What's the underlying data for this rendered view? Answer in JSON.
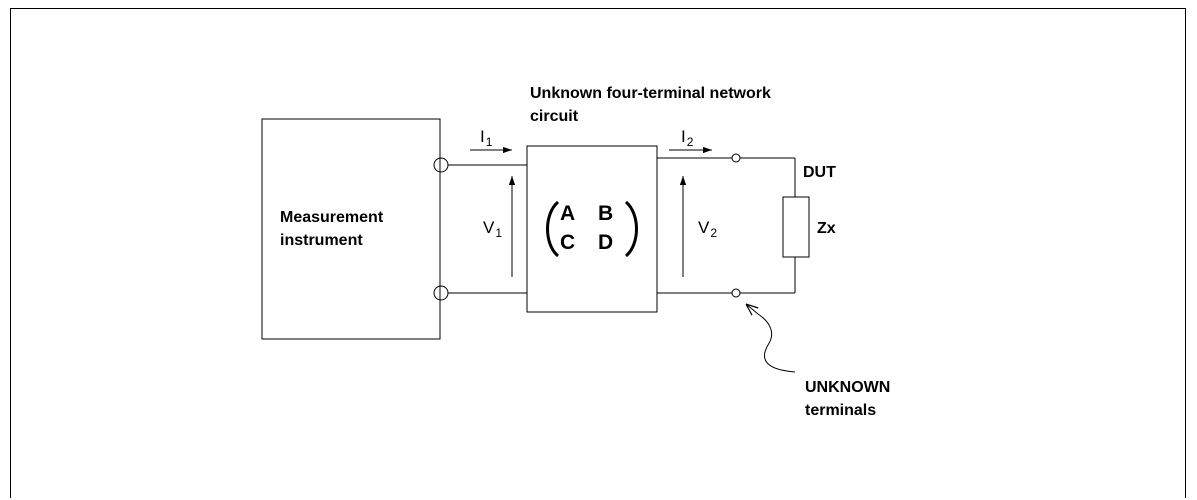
{
  "instrument": {
    "line1": "Measurement",
    "line2": "instrument"
  },
  "network": {
    "title_line1": "Unknown four-terminal network",
    "title_line2": "circuit",
    "matrix": {
      "a": "A",
      "b": "B",
      "c": "C",
      "d": "D"
    }
  },
  "signals": {
    "i1": {
      "letter": "I",
      "sub": "1"
    },
    "i2": {
      "letter": "I",
      "sub": "2"
    },
    "v1": {
      "letter": "V",
      "sub": "1"
    },
    "v2": {
      "letter": "V",
      "sub": "2"
    }
  },
  "dut": {
    "label": "DUT",
    "impedance": "Zx"
  },
  "unknown_terminals": {
    "line1": "UNKNOWN",
    "line2": "terminals"
  }
}
